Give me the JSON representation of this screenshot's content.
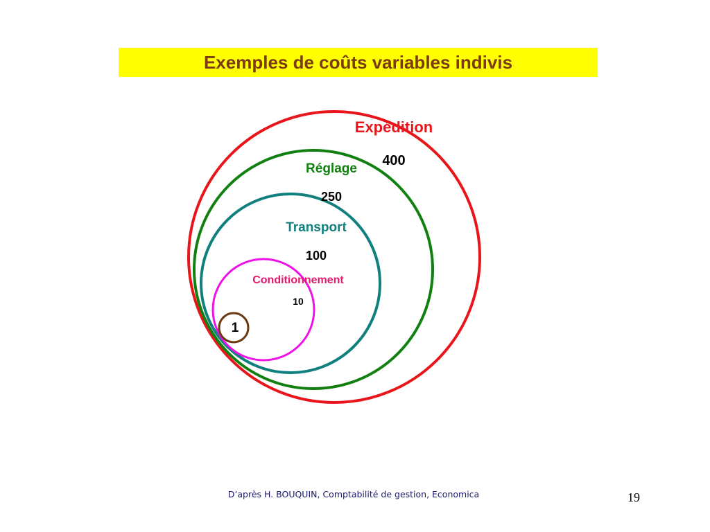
{
  "title": "Exemples de coûts variables indivis",
  "colors": {
    "title_background": "#ffff00",
    "title_text": "#7a3b10",
    "expedition": "#e8151b",
    "reglage": "#118011",
    "transport": "#10807f",
    "conditionnement": "#f010e8",
    "conditionnement_label": "#e01a6e",
    "unit": "#6b3a10"
  },
  "circles": {
    "expedition": {
      "label": "Expédition",
      "value": "400"
    },
    "reglage": {
      "label": "Réglage",
      "value": "250"
    },
    "transport": {
      "label": "Transport",
      "value": "100"
    },
    "conditionnement": {
      "label": "Conditionnement",
      "value": "10"
    },
    "unit": {
      "value": "1"
    }
  },
  "footer": {
    "source": "D’après H. BOUQUIN, Comptabilité de gestion, Economica",
    "page_number": "19"
  }
}
